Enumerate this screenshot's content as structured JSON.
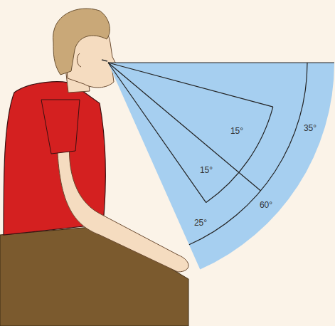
{
  "diagram": {
    "labels": [
      "35°",
      "15°",
      "15°",
      "60°",
      "25°"
    ]
  }
}
